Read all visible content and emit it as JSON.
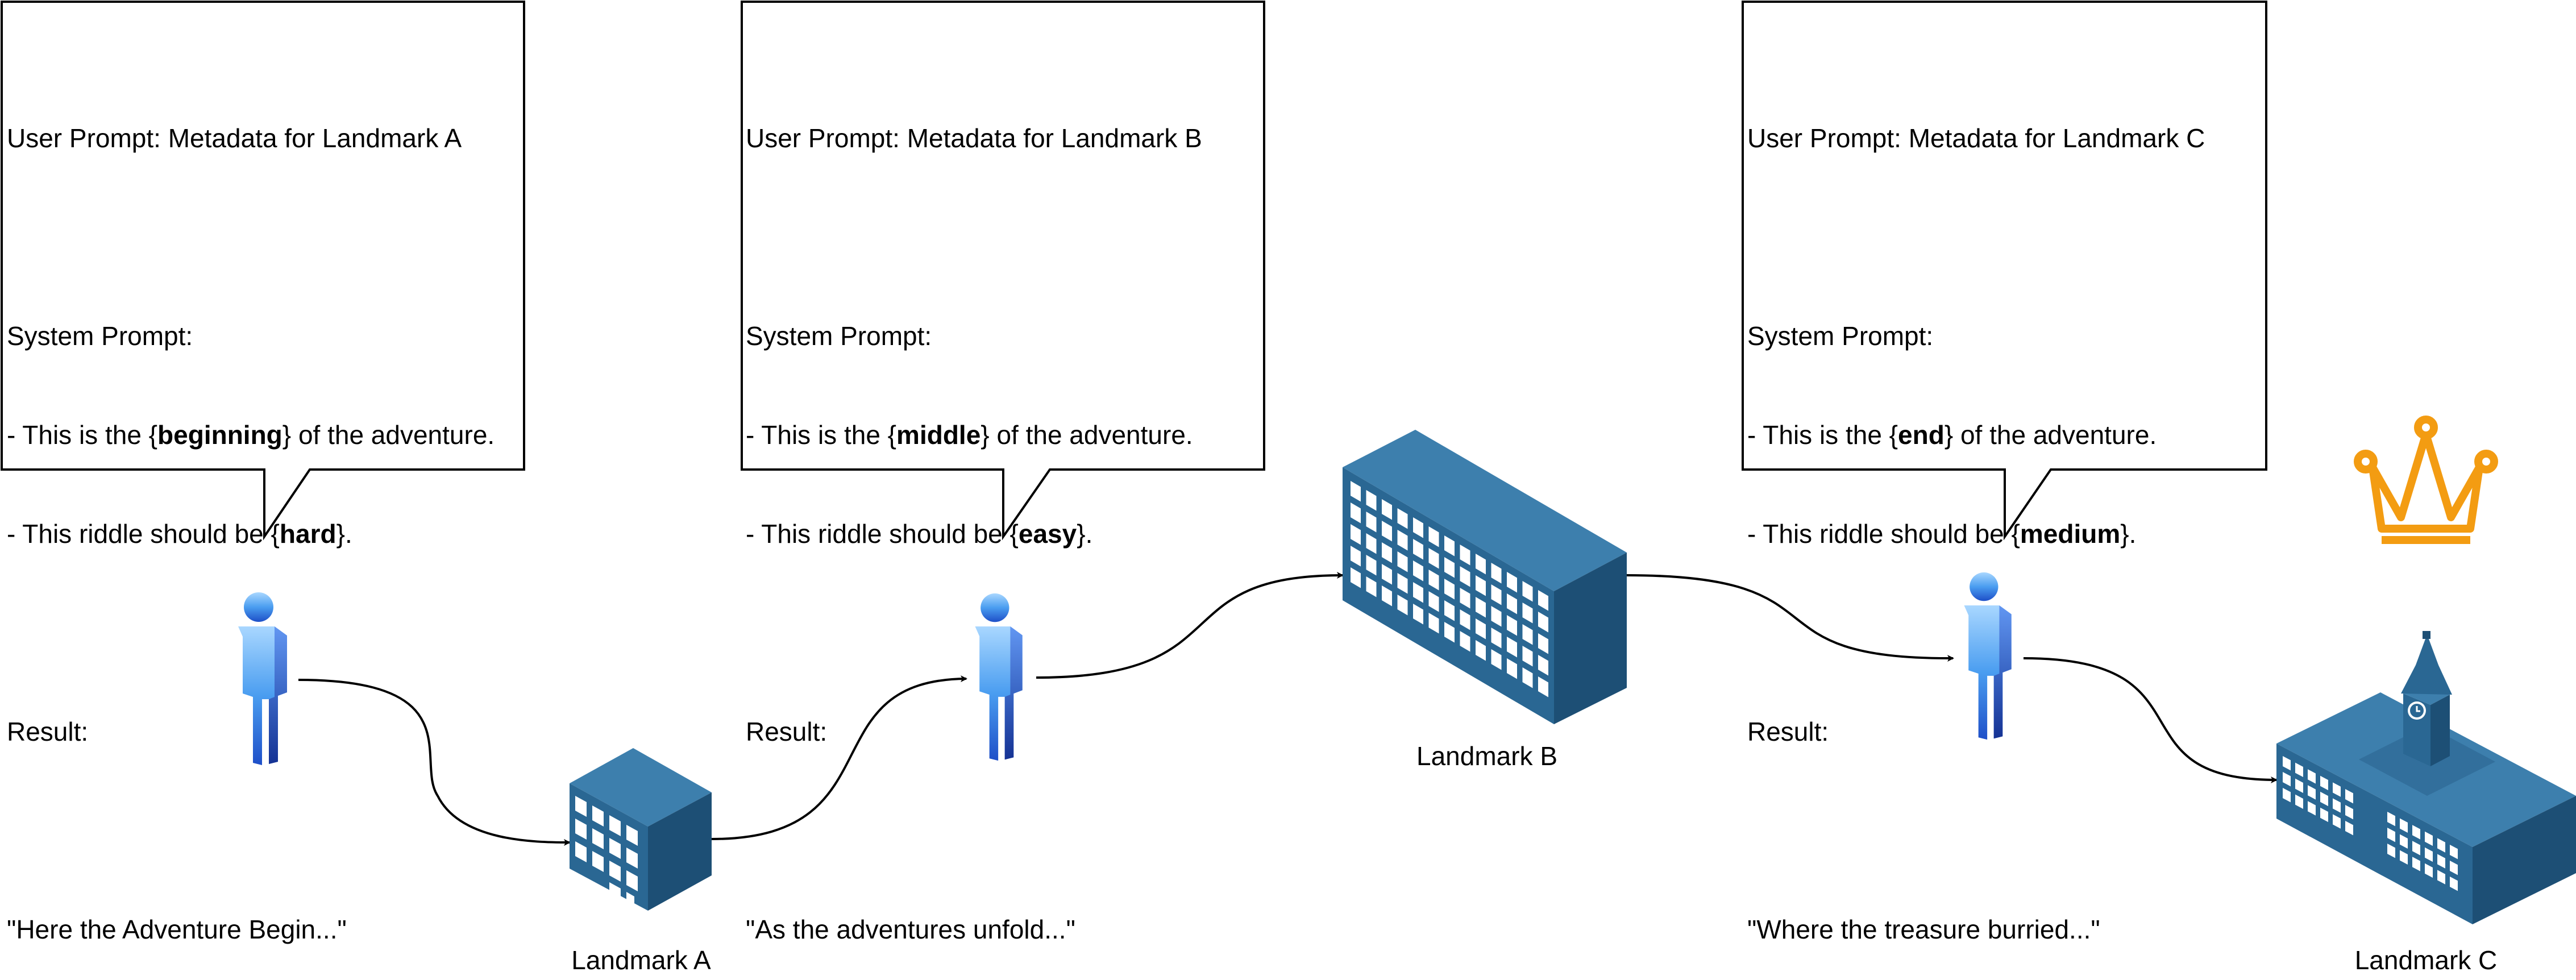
{
  "callouts": [
    {
      "user_prompt": "User Prompt: Metadata for Landmark A",
      "system_label": "System Prompt:",
      "line1": {
        "pre": "- This is the {",
        "bold": "beginning",
        "post": "} of the adventure."
      },
      "line2": {
        "pre": "- This riddle should be {",
        "bold": "hard",
        "post": "}."
      },
      "result_label": "Result:",
      "result": "\"Here the Adventure Begin...\""
    },
    {
      "user_prompt": "User Prompt: Metadata for Landmark B",
      "system_label": "System Prompt:",
      "line1": {
        "pre": "- This is the {",
        "bold": "middle",
        "post": "} of the adventure."
      },
      "line2": {
        "pre": "- This riddle should be {",
        "bold": "easy",
        "post": "}."
      },
      "result_label": "Result:",
      "result": "\"As the adventures unfold...\""
    },
    {
      "user_prompt": "User Prompt: Metadata for Landmark C",
      "system_label": "System Prompt:",
      "line1": {
        "pre": "- This is the {",
        "bold": "end",
        "post": "} of the adventure."
      },
      "line2": {
        "pre": "- This riddle should be {",
        "bold": "medium",
        "post": "}."
      },
      "result_label": "Result:",
      "result": "\"Where the treasure burried...\""
    }
  ],
  "landmarks": {
    "a": "Landmark A",
    "b": "Landmark B",
    "c": "Landmark C"
  },
  "colors": {
    "building_top": "#3d7fad",
    "building_front": "#2a6793",
    "building_side": "#1d4f75",
    "window": "#ffffff",
    "person_light": "#a9d7ff",
    "person_dark": "#1e4fc8",
    "crown": "#f39c12"
  },
  "icons": {
    "person": "person-icon",
    "building": "building-icon",
    "crown": "crown-icon"
  }
}
